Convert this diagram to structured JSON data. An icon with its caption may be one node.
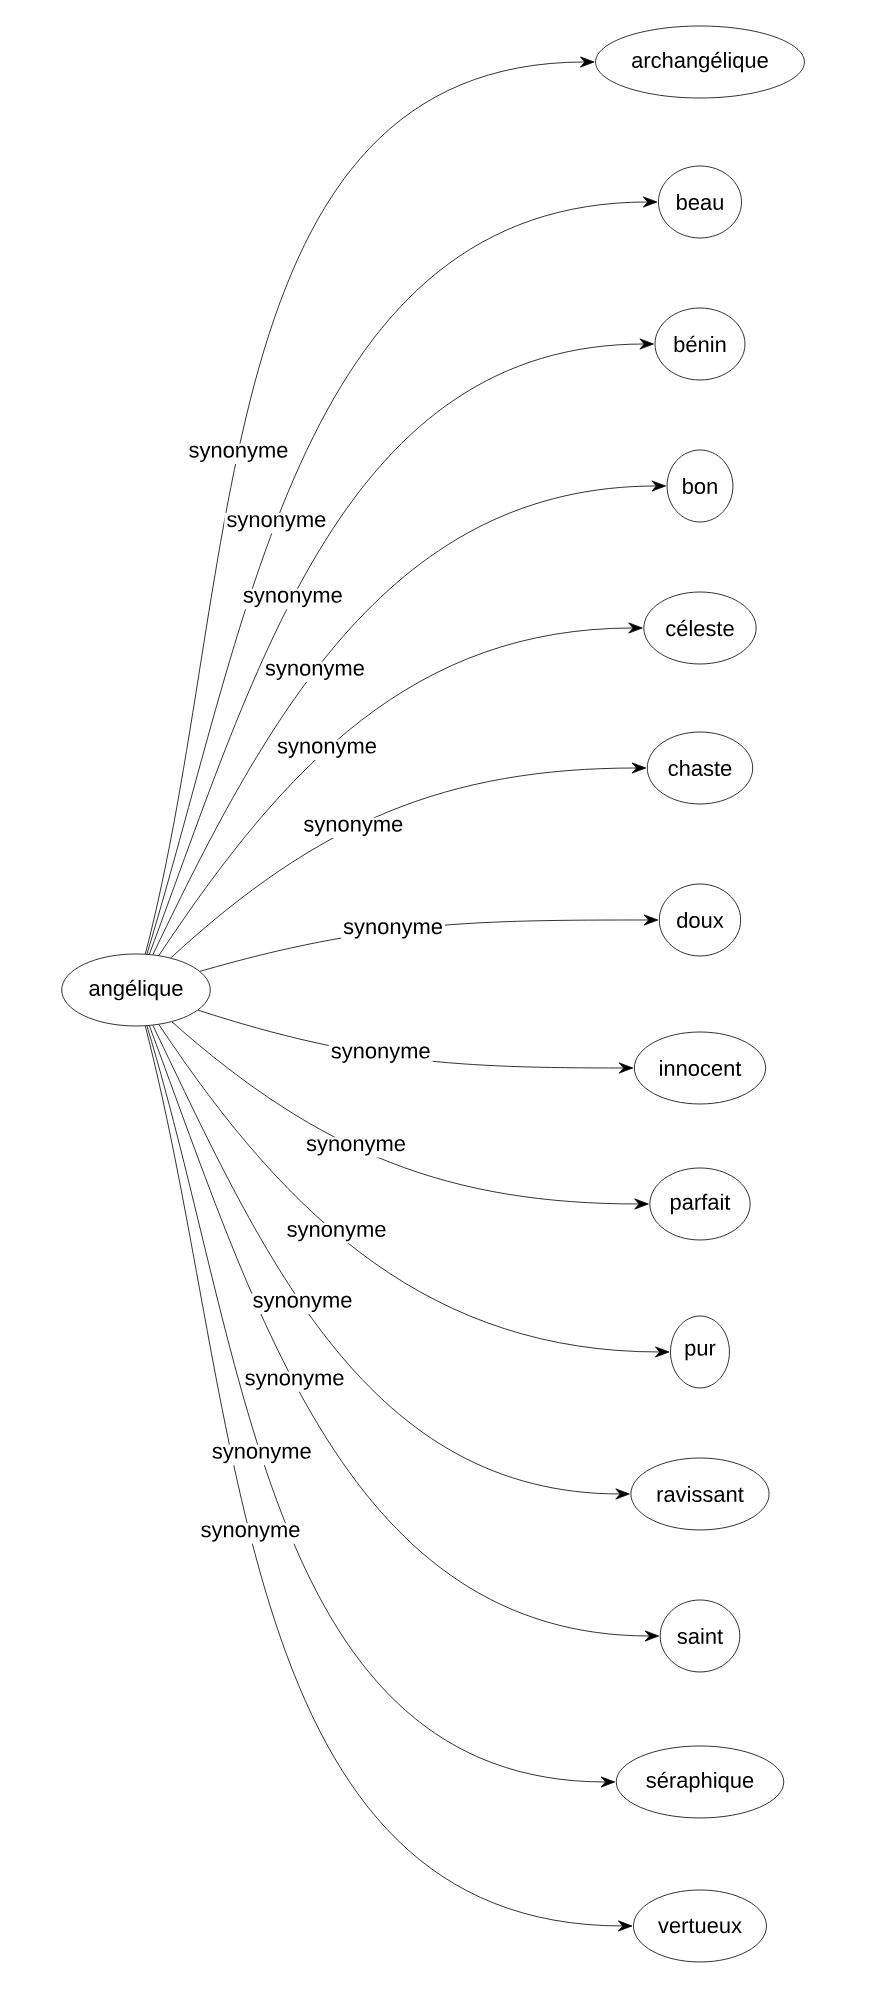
{
  "diagram": {
    "nodes": [
      {
        "text": [
          "angélique"
        ]
      },
      {
        "text": [
          "archangélique"
        ]
      },
      {
        "text": [
          "beau"
        ]
      },
      {
        "text": [
          "bénin"
        ]
      },
      {
        "text": [
          "bon"
        ]
      },
      {
        "text": [
          "céleste"
        ]
      },
      {
        "text": [
          "chaste"
        ]
      },
      {
        "text": [
          "doux"
        ]
      },
      {
        "text": [
          "innocent"
        ]
      },
      {
        "text": [
          "parfait"
        ]
      },
      {
        "text": [
          "pur"
        ]
      },
      {
        "text": [
          "ravissant"
        ]
      },
      {
        "text": [
          "saint"
        ]
      },
      {
        "text": [
          "séraphique"
        ]
      },
      {
        "text": [
          "vertueux"
        ]
      }
    ],
    "edges": [
      {
        "from": 0,
        "to": 1,
        "arrow": "to",
        "label": "synonyme"
      },
      {
        "from": 0,
        "to": 2,
        "arrow": "to",
        "label": "synonyme"
      },
      {
        "from": 0,
        "to": 3,
        "arrow": "to",
        "label": "synonyme"
      },
      {
        "from": 0,
        "to": 4,
        "arrow": "to",
        "label": "synonyme"
      },
      {
        "from": 0,
        "to": 5,
        "arrow": "to",
        "label": "synonyme"
      },
      {
        "from": 0,
        "to": 6,
        "arrow": "to",
        "label": "synonyme"
      },
      {
        "from": 0,
        "to": 7,
        "arrow": "to",
        "label": "synonyme"
      },
      {
        "from": 0,
        "to": 8,
        "arrow": "to",
        "label": "synonyme"
      },
      {
        "from": 0,
        "to": 9,
        "arrow": "to",
        "label": "synonyme"
      },
      {
        "from": 0,
        "to": 10,
        "arrow": "to",
        "label": "synonyme"
      },
      {
        "from": 0,
        "to": 11,
        "arrow": "to",
        "label": "synonyme"
      },
      {
        "from": 0,
        "to": 12,
        "arrow": "to",
        "label": "synonyme"
      },
      {
        "from": 0,
        "to": 13,
        "arrow": "to",
        "label": "synonyme"
      },
      {
        "from": 0,
        "to": 14,
        "arrow": "to",
        "label": "synonyme"
      }
    ]
  }
}
